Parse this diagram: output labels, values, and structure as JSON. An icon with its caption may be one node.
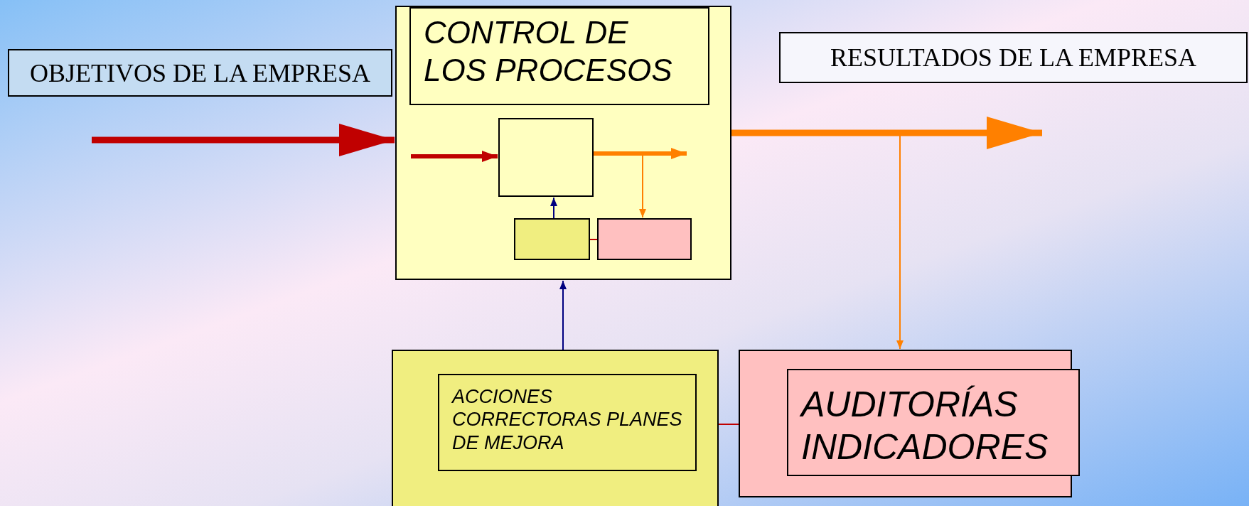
{
  "diagram": {
    "nodes": [
      {
        "text": [
          "OBJETIVOS DE LA EMPRESA"
        ]
      },
      {
        "text": [
          "CONTROL DE LOS PROCESOS"
        ]
      },
      {
        "text": [],
        "shape": "box",
        "in": 1
      },
      {
        "text": [],
        "shape": "box",
        "in": 1
      },
      {
        "text": [],
        "shape": "box",
        "in": 1
      },
      {
        "text": [
          "RESULTADOS DE LA EMPRESA"
        ]
      },
      {
        "text": [
          "ACCIONES CORRECTORAS PLANES DE MEJORA"
        ]
      },
      {
        "text": [
          "AUDITORÍAS INDICADORES"
        ]
      }
    ],
    "edges": [
      {
        "from": null,
        "to": 1,
        "arrow": "to",
        "style": "thick",
        "color": "#c00000"
      },
      {
        "from": null,
        "to": 2,
        "arrow": "to",
        "style": "thick",
        "color": "#c00000"
      },
      {
        "from": 2,
        "to": null,
        "arrow": "to",
        "style": "thick",
        "color": "#ff8000"
      },
      {
        "from": 2,
        "to": 4,
        "arrow": "to",
        "color": "#ff8000"
      },
      {
        "from": 3,
        "to": 2,
        "arrow": "to",
        "color": "#000080"
      },
      {
        "from": 3,
        "to": 4,
        "arrow": "none",
        "color": "#c00000"
      },
      {
        "from": 1,
        "to": null,
        "arrow": "to",
        "style": "thick",
        "color": "#ff8000"
      },
      {
        "from": 1,
        "to": 7,
        "arrow": "to",
        "color": "#ff8000"
      },
      {
        "from": 6,
        "to": 1,
        "arrow": "to",
        "color": "#000080"
      },
      {
        "from": 6,
        "to": 7,
        "arrow": "none",
        "color": "#c00000"
      }
    ]
  }
}
